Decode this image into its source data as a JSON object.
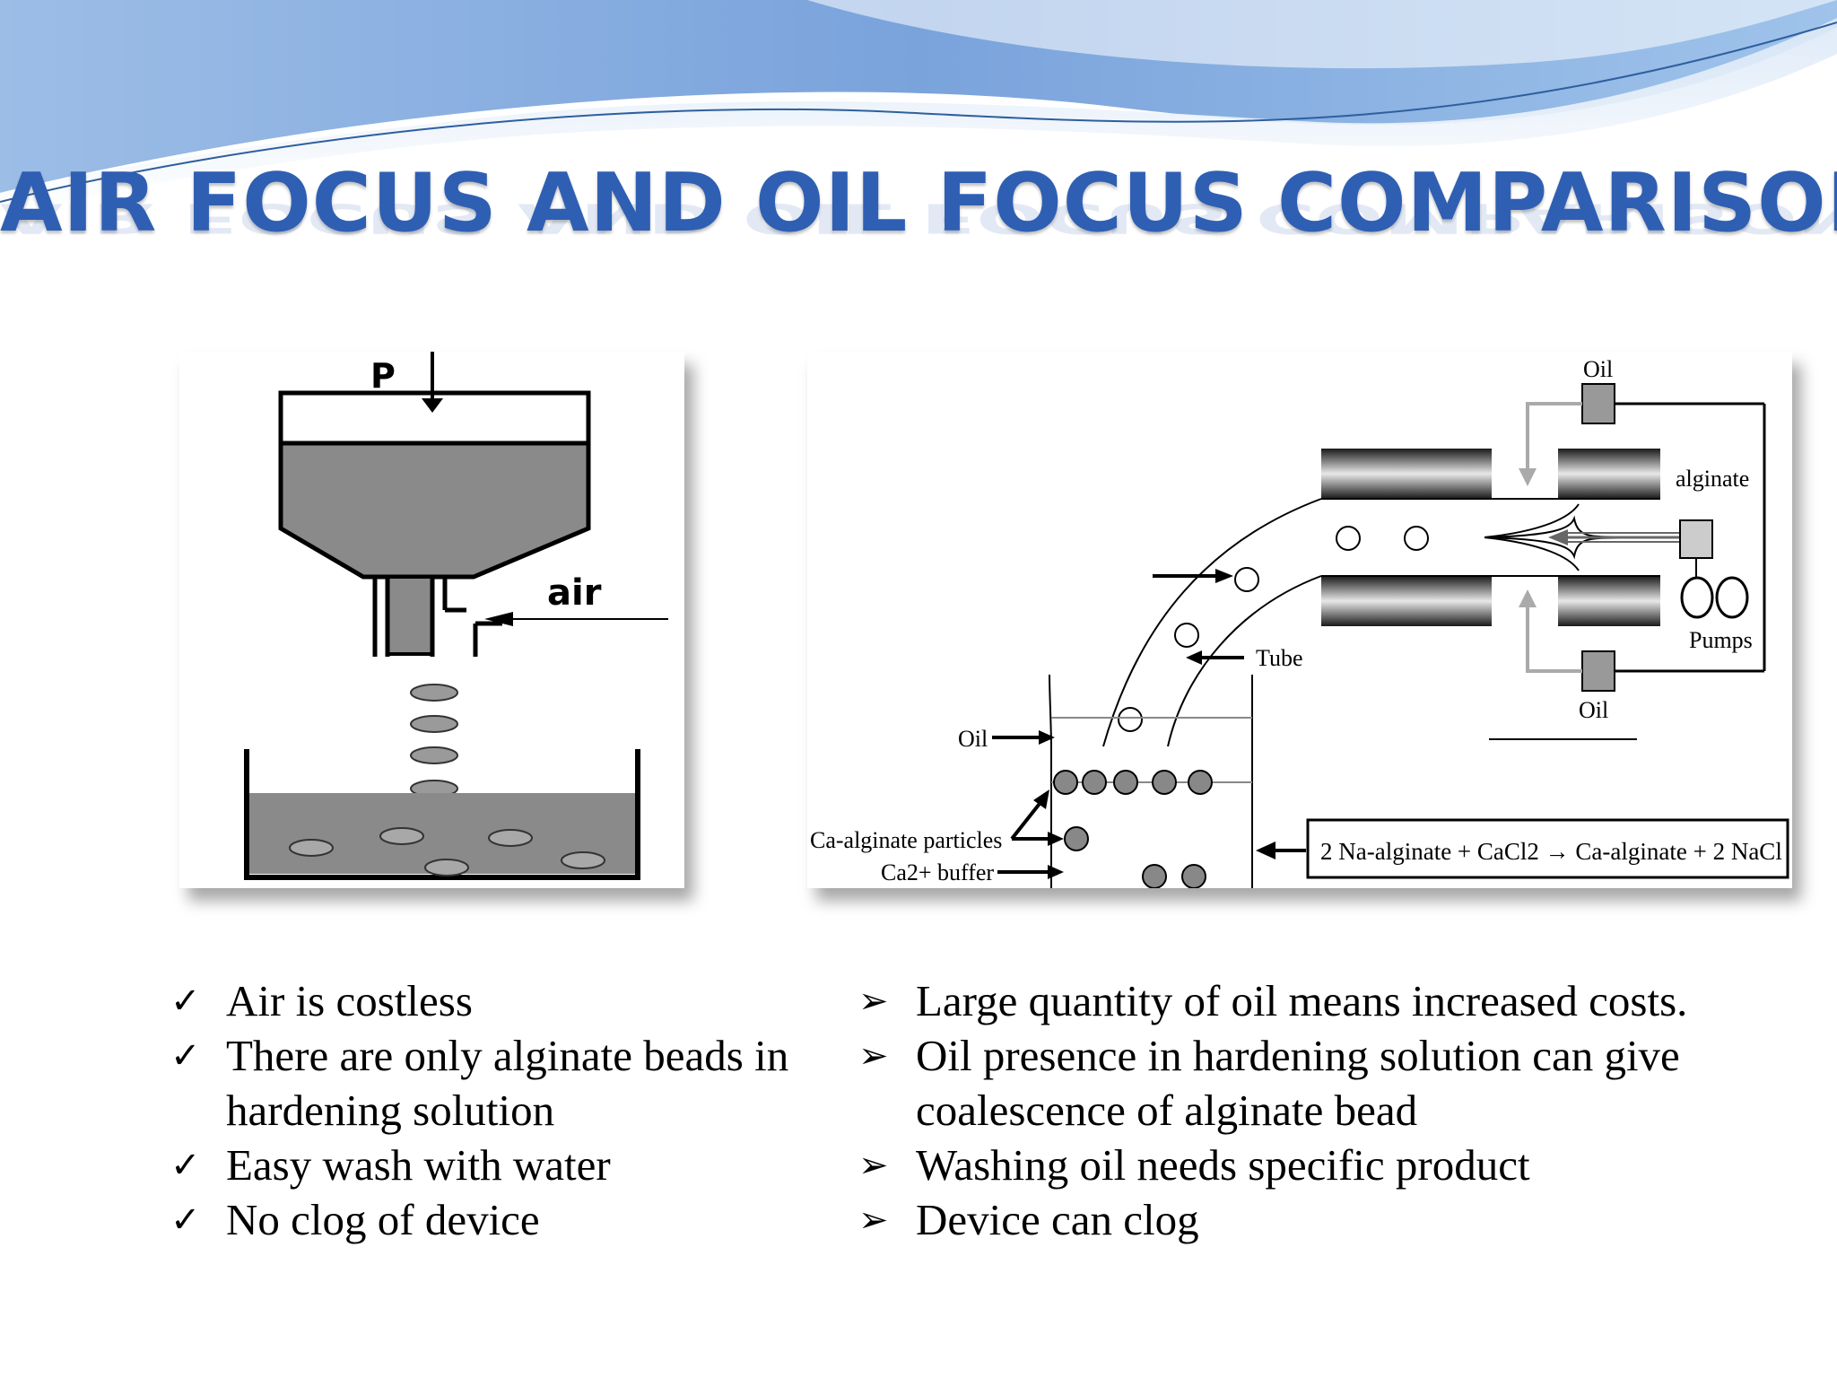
{
  "slide": {
    "title": "AIR FOCUS AND OIL FOCUS COMPARISON"
  },
  "figure_air": {
    "label_p": "P",
    "label_air": "air"
  },
  "figure_oil": {
    "label_oil_top": "Oil",
    "label_oil_bottom": "Oil",
    "label_alginate": "alginate",
    "label_pumps": "Pumps",
    "label_tube": "Tube",
    "label_oil_left": "Oil",
    "label_particles": "Ca-alginate particles",
    "label_buffer": "Ca2+ buffer",
    "equation": "2 Na-alginate + CaCl2 → Ca-alginate + 2 NaCl"
  },
  "air_pros": {
    "marker": "✓",
    "items": [
      "Air is costless",
      "There are only alginate beads in hardening solution",
      "Easy wash with water",
      "No clog of device"
    ]
  },
  "oil_cons": {
    "marker": "➢",
    "items": [
      "Large quantity of oil means increased costs.",
      "Oil presence in hardening solution can give coalescence of alginate bead",
      "Washing oil needs specific product",
      "Device can clog"
    ]
  },
  "colors": {
    "title": "#2f5fb3",
    "wave_dark": "#6e97d2",
    "wave_light": "#c8dcf2"
  }
}
